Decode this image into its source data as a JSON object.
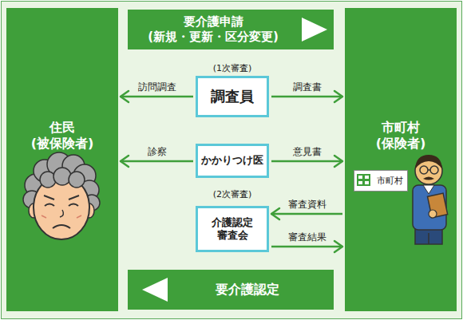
{
  "diagram": {
    "nodes": [
      {
        "text": [
          "住民 (被保険者)"
        ]
      },
      {
        "text": [
          "要介護申請 (新規・更新・区分変更)"
        ]
      },
      {
        "text": [
          "調査員"
        ]
      },
      {
        "text": [
          "かかりつけ医"
        ]
      },
      {
        "text": [
          "介護認定 審査会"
        ]
      },
      {
        "text": [
          "要介護認定"
        ]
      },
      {
        "text": [
          "市町村 (保険者)"
        ]
      },
      {
        "text": [
          "市町村"
        ],
        "in": 6
      }
    ],
    "edges": [
      {
        "from": 2,
        "to": 0,
        "label": "訪問調査",
        "arrow": "to"
      },
      {
        "from": 2,
        "to": 6,
        "label": "調査書",
        "arrow": "to"
      },
      {
        "from": 3,
        "to": 0,
        "label": "診察",
        "arrow": "to"
      },
      {
        "from": 3,
        "to": 6,
        "label": "意見書",
        "arrow": "to"
      },
      {
        "from": 6,
        "to": 4,
        "label": "審査資料",
        "arrow": "to"
      },
      {
        "from": 4,
        "to": 6,
        "label": "審査結果",
        "arrow": "to"
      }
    ],
    "labels": [
      "(1次審査)",
      "(2次審査)"
    ]
  }
}
